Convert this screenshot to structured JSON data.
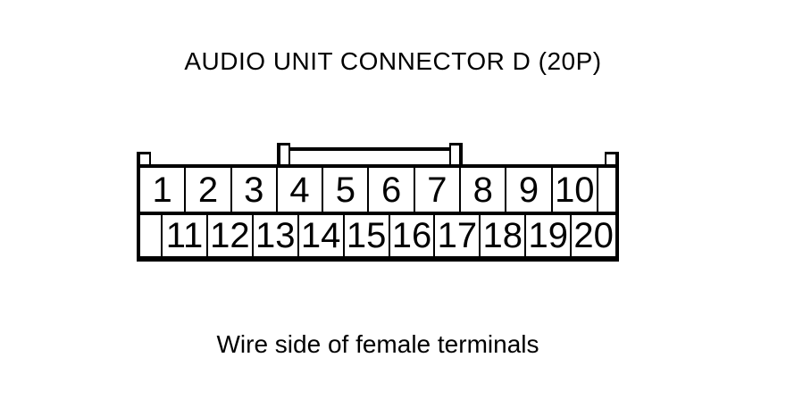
{
  "title": "AUDIO UNIT CONNECTOR D (20P)",
  "caption": "Wire side of female terminals",
  "connector": {
    "label": "Audio Unit Connector D (20P)",
    "pin_count": 20,
    "top_row_pins": [
      "1",
      "2",
      "3",
      "4",
      "5",
      "6",
      "7",
      "8",
      "9",
      "10"
    ],
    "bottom_row_pins": [
      "11",
      "12",
      "13",
      "14",
      "15",
      "16",
      "17",
      "18",
      "19",
      "20"
    ]
  },
  "colors": {
    "line": "#000000",
    "background": "#ffffff"
  }
}
